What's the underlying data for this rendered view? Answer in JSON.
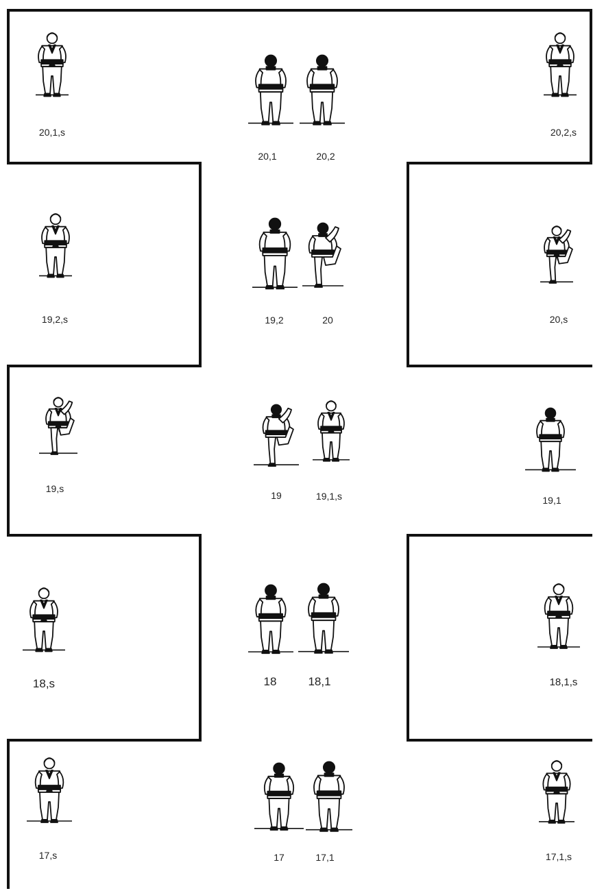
{
  "colors": {
    "line": "#111111",
    "gi": "#ffffff",
    "belt": "#111111",
    "text": "#222222",
    "background": "#ffffff"
  },
  "figures": [
    {
      "id": "20_1_s",
      "label": "20,1,s",
      "view": "front",
      "pose": "stand"
    },
    {
      "id": "20_1",
      "label": "20,1",
      "view": "back",
      "pose": "stand"
    },
    {
      "id": "20_2",
      "label": "20,2",
      "view": "back",
      "pose": "stand"
    },
    {
      "id": "20_2_s",
      "label": "20,2,s",
      "view": "front",
      "pose": "stand"
    },
    {
      "id": "19_2_s",
      "label": "19,2,s",
      "view": "front",
      "pose": "stand"
    },
    {
      "id": "19_2",
      "label": "19,2",
      "view": "back",
      "pose": "stand"
    },
    {
      "id": "20",
      "label": "20",
      "view": "back",
      "pose": "kick"
    },
    {
      "id": "20_s",
      "label": "20,s",
      "view": "front",
      "pose": "kick"
    },
    {
      "id": "19_s",
      "label": "19,s",
      "view": "front",
      "pose": "kick"
    },
    {
      "id": "19",
      "label": "19",
      "view": "back",
      "pose": "kick"
    },
    {
      "id": "19_1_s",
      "label": "19,1,s",
      "view": "front",
      "pose": "stand"
    },
    {
      "id": "19_1",
      "label": "19,1",
      "view": "back",
      "pose": "stand"
    },
    {
      "id": "18_s",
      "label": "18,s",
      "view": "front",
      "pose": "stand"
    },
    {
      "id": "18",
      "label": "18",
      "view": "back",
      "pose": "stand"
    },
    {
      "id": "18_1",
      "label": "18,1",
      "view": "back",
      "pose": "stand"
    },
    {
      "id": "18_1_s",
      "label": "18,1,s",
      "view": "front",
      "pose": "stand"
    },
    {
      "id": "17_s",
      "label": "17,s",
      "view": "front",
      "pose": "stand"
    },
    {
      "id": "17",
      "label": "17",
      "view": "back",
      "pose": "stand"
    },
    {
      "id": "17_1",
      "label": "17,1",
      "view": "back",
      "pose": "stand"
    },
    {
      "id": "17_1_s",
      "label": "17,1,s",
      "view": "front",
      "pose": "stand"
    }
  ]
}
